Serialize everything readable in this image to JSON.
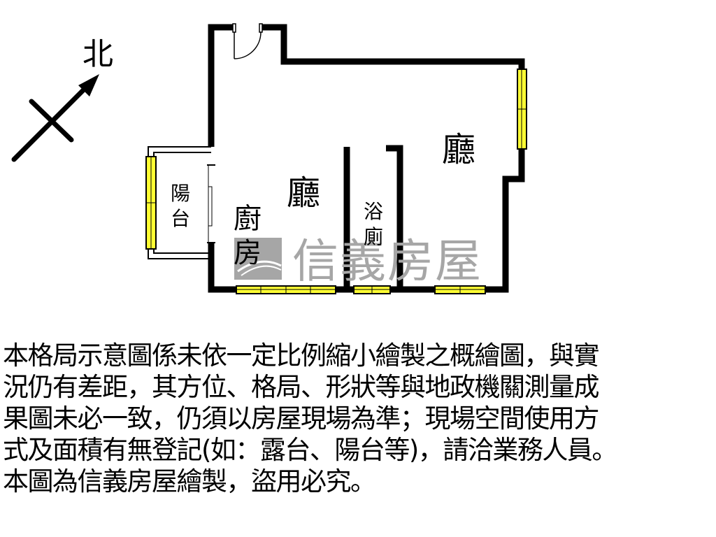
{
  "compass": {
    "label": "北",
    "icon": "north-arrow-icon"
  },
  "rooms": {
    "living_room_main": "廳",
    "living_room_east": "廳",
    "kitchen": [
      "廚",
      "房"
    ],
    "balcony": [
      "陽",
      "台"
    ],
    "bathroom": [
      "浴",
      "廁"
    ]
  },
  "watermark": {
    "brand": "信義房屋",
    "logo_char": "房"
  },
  "colors": {
    "wall": "#000000",
    "window": "#ffff33",
    "watermark": "#a6a6a6",
    "background": "#ffffff"
  },
  "disclaimer": {
    "lines": [
      "本格局示意圖係未依一定比例縮小繪製之概繪圖，與實",
      "況仍有差距，其方位、格局、形狀等與地政機關測量成",
      "果圖未必一致，仍須以房屋現場為準；現場空間使用方",
      "式及面積有無登記(如：露台、陽台等)，請洽業務人員。",
      "本圖為信義房屋繪製，盜用必究。"
    ]
  }
}
